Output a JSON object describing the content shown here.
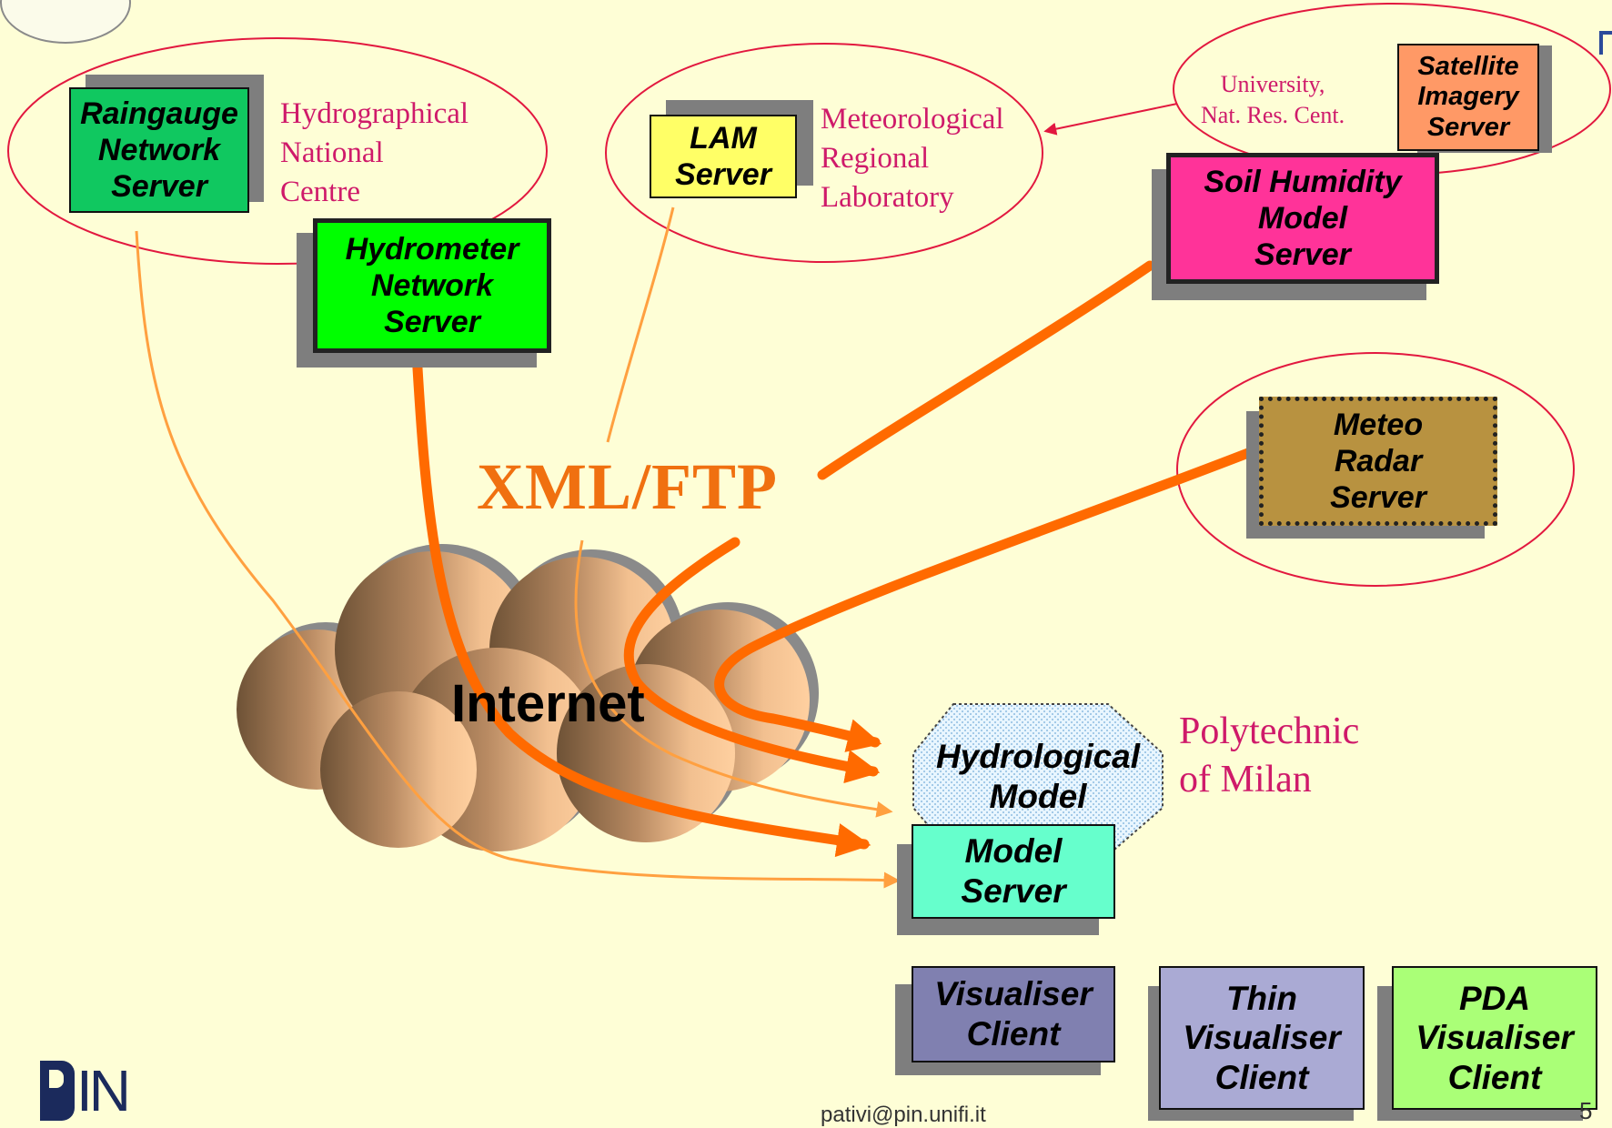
{
  "servers": {
    "raingauge": "Raingauge\nNetwork\nServer",
    "hydrometer": "Hydrometer\nNetwork\nServer",
    "lam": "LAM\nServer",
    "satellite": "Satellite\nImagery\nServer",
    "soil": "Soil Humidity\nModel\nServer",
    "meteo": "Meteo\nRadar\nServer",
    "hydrological": "Hydrological\nModel",
    "model_server": "Model\nServer"
  },
  "clients": {
    "visualiser": "Visualiser\nClient",
    "thin": "Thin\nVisualiser\nClient",
    "pda": "PDA\nVisualiser\nClient"
  },
  "organizations": {
    "hydrographical": "Hydrographical\nNational\nCentre",
    "meteorological": "Meteorological\nRegional\nLaboratory",
    "university": "University,\nNat. Res. Cent.",
    "polytechnic": "Polytechnic\nof Milan"
  },
  "labels": {
    "protocol": "XML/FTP",
    "network": "Internet"
  },
  "footer": {
    "email": "pativi@pin.unifi.it",
    "page": "5",
    "logo_text": "IN"
  },
  "colors": {
    "background": "#fefed6",
    "flow_heavy": "#ff6a00",
    "flow_light": "#ffa040",
    "org_text": "#cf1a6a",
    "ellipse": "#e2183f"
  }
}
